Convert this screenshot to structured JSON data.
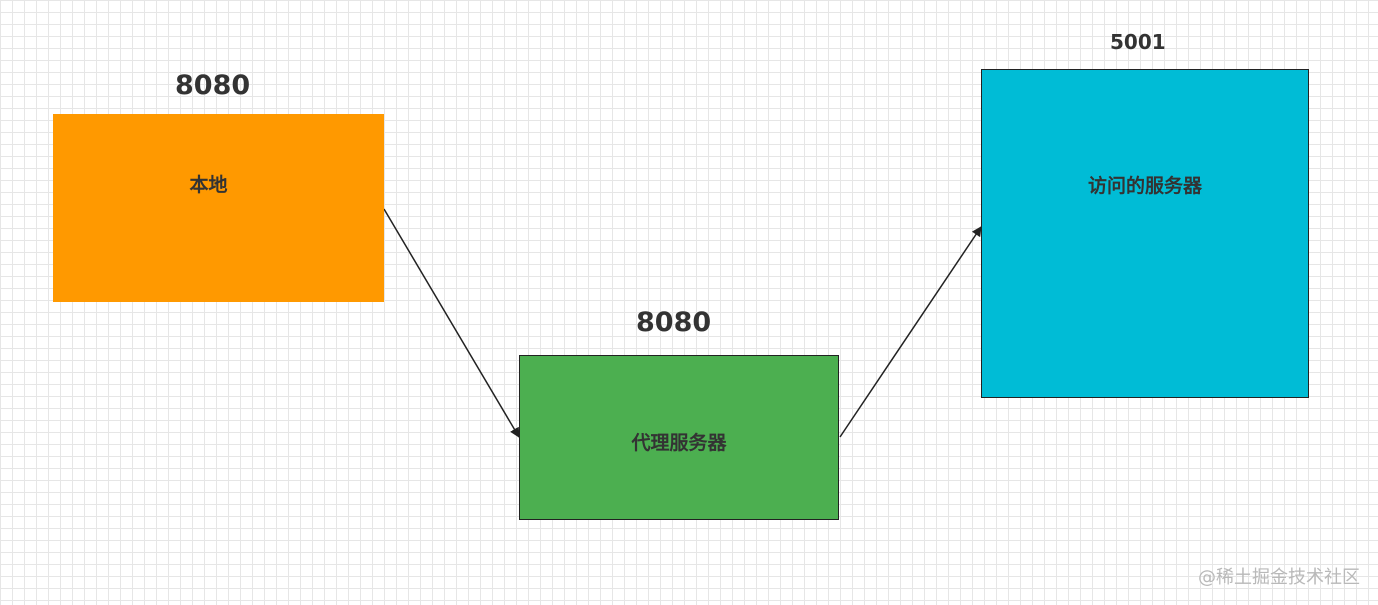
{
  "nodes": {
    "local": {
      "label": "本地",
      "port": "8080",
      "color": "#ff9900"
    },
    "proxy": {
      "label": "代理服务器",
      "port": "8080",
      "color": "#4caf50"
    },
    "target": {
      "label": "访问的服务器",
      "port": "5001",
      "color": "#00bcd6"
    }
  },
  "watermark": "@稀土掘金技术社区"
}
